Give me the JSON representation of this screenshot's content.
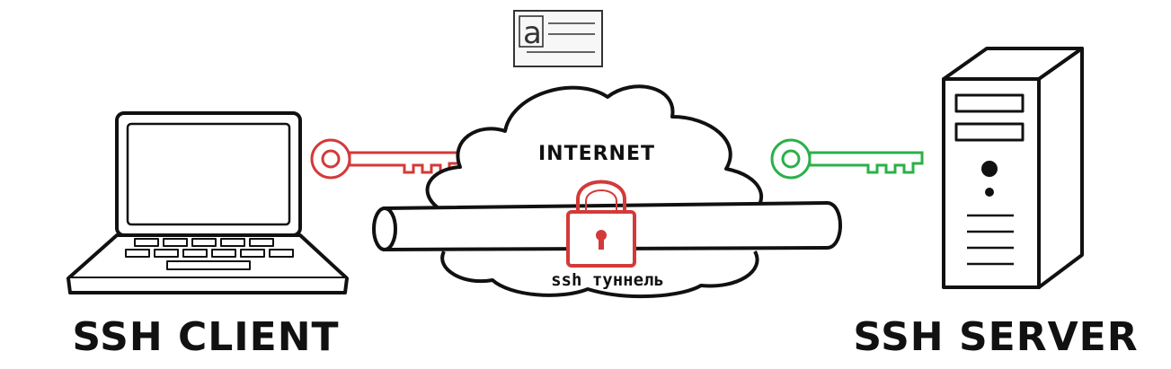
{
  "labels": {
    "client": "SSH CLIENT",
    "server": "SSH SERVER",
    "internet": "INTERNET",
    "tunnel": "ssh туннель",
    "note_letter": "a"
  },
  "colors": {
    "client_key": "#d33a3a",
    "server_key": "#2bb04a",
    "lock": "#d33a3a",
    "ink": "#111111"
  },
  "icons": {
    "client": "laptop-icon",
    "server": "server-tower-icon",
    "cloud": "cloud-icon",
    "tunnel": "pipe-icon",
    "lock": "padlock-icon",
    "client_key": "key-icon",
    "server_key": "key-icon",
    "note": "note-card-icon"
  }
}
